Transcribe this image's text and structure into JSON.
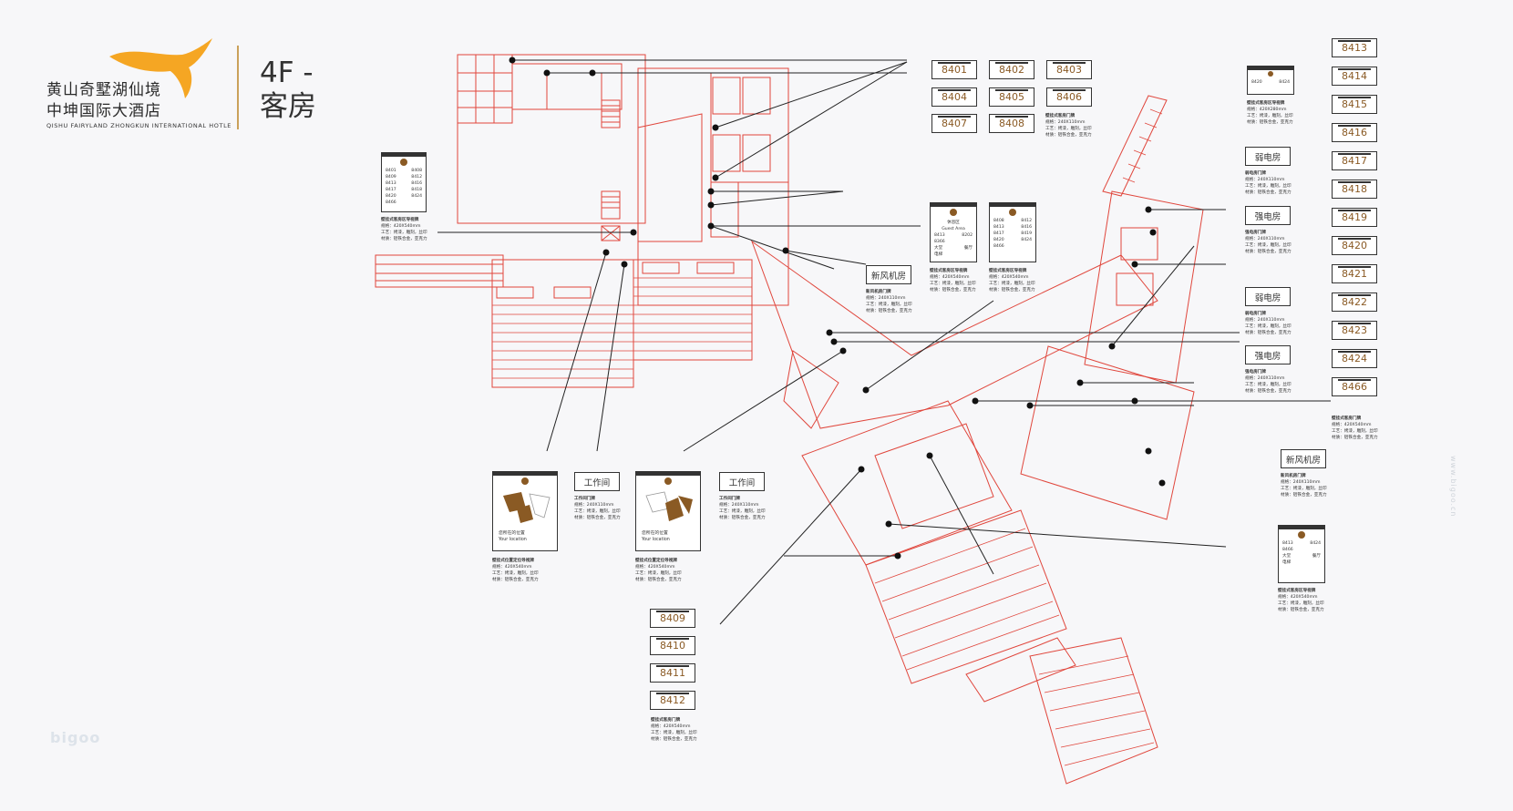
{
  "brand": {
    "name_cn_line1": "黄山奇墅湖仙境",
    "name_cn_line2": "中坤国际大酒店",
    "name_en": "QISHU FAIRYLAND ZHONGKUN INTERNATIONAL HOTLE",
    "accent_color": "#f5a623",
    "divider_color": "#caa15a"
  },
  "floor": {
    "line1": "4F -",
    "line2": "客房"
  },
  "plates_left": [
    {
      "label": "8401"
    },
    {
      "label": "8402"
    },
    {
      "label": "8403"
    },
    {
      "label": "8404"
    },
    {
      "label": "8405"
    },
    {
      "label": "8406"
    },
    {
      "label": "8407"
    },
    {
      "label": "8408"
    }
  ],
  "plates_bottom": [
    "8409",
    "8410",
    "8411",
    "8412"
  ],
  "plates_right": [
    "8413",
    "8414",
    "8415",
    "8416",
    "8417",
    "8418",
    "8419",
    "8420",
    "8421",
    "8422",
    "8423",
    "8424",
    "8466"
  ],
  "spec_roomplate": {
    "title": "壁挂式客房门牌",
    "size": "规格：240X110mm",
    "craft": "工艺：烤漆，雕刻，丝印",
    "material": "材质：铝铁合金，亚克力"
  },
  "spec_roomplate_big": {
    "title": "壁挂式客房门牌",
    "size": "规格：420X540mm",
    "craft": "工艺：烤漆，雕刻，丝印",
    "material": "材质：铝铁合金，亚克力"
  },
  "spec_dir_big": {
    "title": "壁挂式客房区导视牌",
    "size": "规格：420X540mm",
    "craft": "工艺：烤漆，雕刻，丝印",
    "material": "材质：铝铁合金，亚克力"
  },
  "spec_right_top": {
    "title": "壁挂式客房区导视牌",
    "size": "规格：420X280mm",
    "craft": "工艺：烤漆，雕刻，丝印",
    "material": "材质：铝铁合金，亚克力"
  },
  "spec_location": {
    "title": "壁挂式位置定位导视牌",
    "size": "规格：420X540mm",
    "craft": "工艺：烤漆，雕刻，丝印",
    "material": "材质：铝铁合金，亚克力"
  },
  "spec_workroom": {
    "title": "工作间门牌",
    "size": "规格：240X110mm",
    "craft": "工艺：烤漆，雕刻，丝印",
    "material": "材质：铝铁合金，亚克力"
  },
  "spec_fresh": {
    "title": "新风机房门牌",
    "size": "规格：240X110mm",
    "craft": "工艺：烤漆，雕刻，丝印",
    "material": "材质：铝铁合金，亚克力"
  },
  "spec_weak": {
    "title": "弱电房门牌",
    "size": "规格：240X110mm",
    "craft": "工艺：烤漆，雕刻，丝印",
    "material": "材质：铝铁合金，亚克力"
  },
  "spec_strong": {
    "title": "强电房门牌",
    "size": "规格：240X110mm",
    "craft": "工艺：烤漆，雕刻，丝印",
    "material": "材质：铝铁合金，亚克力"
  },
  "labels": {
    "fresh_air": "新风机房",
    "workroom": "工作间",
    "weak_power": "弱电房",
    "strong_power": "强电房",
    "your_location_cn": "您所在的位置",
    "your_location_en": "Your location"
  },
  "dir_sign_left": [
    [
      "8401",
      "8408"
    ],
    [
      "8409",
      "8412"
    ],
    [
      "8413",
      "8416"
    ],
    [
      "8417",
      "8418"
    ],
    [
      "8420",
      "8424"
    ],
    [
      "8466",
      ""
    ]
  ],
  "dir_sign_mid1": {
    "head": "休息区",
    "head_en": "Guest Area",
    "rows": [
      [
        "8413",
        "8202"
      ],
      [
        "8366",
        ""
      ],
      [
        "大堂",
        "餐厅"
      ],
      [
        "电梯",
        ""
      ]
    ]
  },
  "dir_sign_mid2": [
    [
      "8408",
      "8412"
    ],
    [
      "8413",
      "8416"
    ],
    [
      "8417",
      "8419"
    ],
    [
      "8420",
      "8424"
    ],
    [
      "8466",
      ""
    ]
  ],
  "dir_sign_right_top": [
    [
      "8420",
      "8424"
    ]
  ],
  "dir_sign_right_bottom": [
    [
      "8413",
      "8424"
    ],
    [
      "8466",
      ""
    ],
    [
      "大堂",
      "餐厅"
    ],
    [
      "电梯",
      ""
    ]
  ],
  "watermark": "bigoo",
  "vertical_text": "www.bigoo.cn"
}
